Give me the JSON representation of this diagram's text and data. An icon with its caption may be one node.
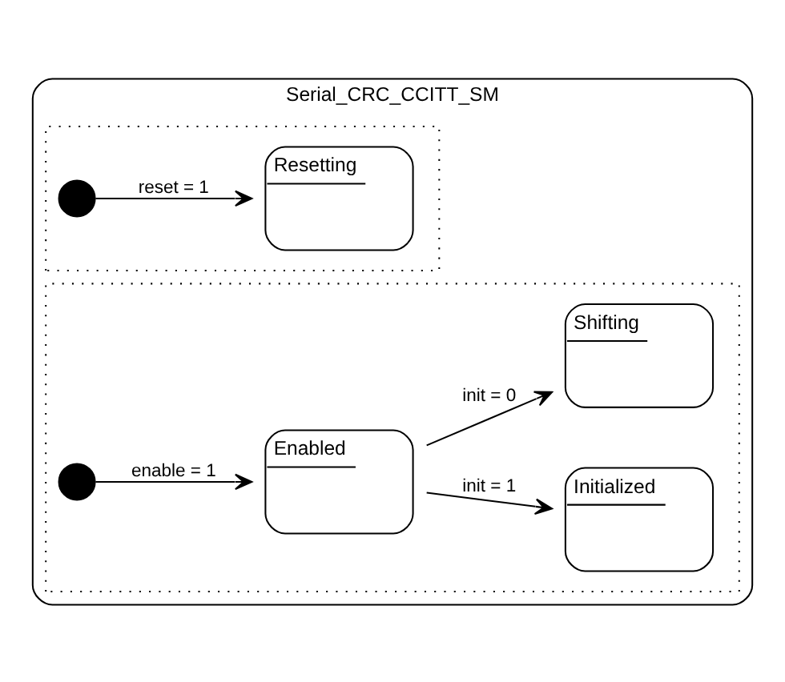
{
  "diagram": {
    "nodes": [
      {
        "text": [
          "Serial_CRC_CCITT_SM"
        ]
      },
      {
        "text": [],
        "shape": "box",
        "in": 0
      },
      {
        "text": [],
        "shape": "circle",
        "in": 1
      },
      {
        "text": [
          "Resetting"
        ],
        "in": 1
      },
      {
        "text": [],
        "shape": "box",
        "in": 0
      },
      {
        "text": [],
        "shape": "circle",
        "in": 4
      },
      {
        "text": [
          "Enabled"
        ],
        "in": 4
      },
      {
        "text": [
          "Initialized"
        ],
        "in": 4
      },
      {
        "text": [
          "Shifting"
        ],
        "in": 4
      }
    ],
    "edges": [
      {
        "from": 2,
        "to": 3,
        "arrow": "to",
        "label": "reset = 1"
      },
      {
        "from": 5,
        "to": 6,
        "arrow": "to",
        "label": "enable = 1"
      },
      {
        "from": 6,
        "to": 7,
        "arrow": "to",
        "label": "init = 1"
      },
      {
        "from": 6,
        "to": 8,
        "arrow": "to",
        "label": "init = 0"
      }
    ]
  }
}
